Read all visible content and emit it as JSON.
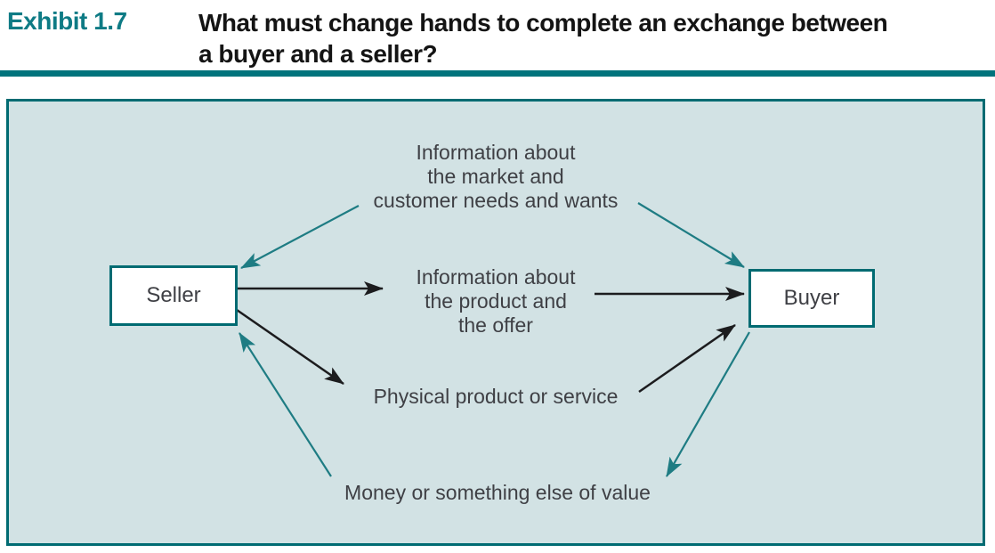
{
  "header": {
    "exhibit_label": "Exhibit 1.7",
    "title_line1": "What must change hands to complete an exchange between",
    "title_line2": "a buyer and a seller?"
  },
  "diagram": {
    "nodes": {
      "seller": "Seller",
      "buyer": "Buyer"
    },
    "labels": {
      "market_info": [
        "Information about",
        "the market and",
        "customer needs and wants"
      ],
      "product_info": [
        "Information about",
        "the product and",
        "the offer"
      ],
      "physical_product": "Physical product or service",
      "money": "Money or something else of value"
    },
    "flows": [
      {
        "label": "Information about the market and customer needs and wants",
        "from": "market",
        "to": "Seller",
        "color": "teal"
      },
      {
        "label": "Information about the market and customer needs and wants",
        "from": "market",
        "to": "Buyer",
        "color": "teal"
      },
      {
        "label": "Information about the product and the offer",
        "from": "Seller",
        "to": "Buyer",
        "color": "black"
      },
      {
        "label": "Physical product or service",
        "from": "Seller",
        "to": "Buyer",
        "color": "black"
      },
      {
        "label": "Money or something else of value",
        "from": "Buyer",
        "to": "Seller",
        "color": "teal"
      }
    ],
    "colors": {
      "teal_arrow": "#1e7c83",
      "black_arrow": "#1c1c1e",
      "panel_border": "#006b72",
      "panel_background": "#d2e2e4",
      "rule": "#00737c",
      "exhibit_label": "#0e7b85",
      "text": "#3f4045"
    }
  }
}
